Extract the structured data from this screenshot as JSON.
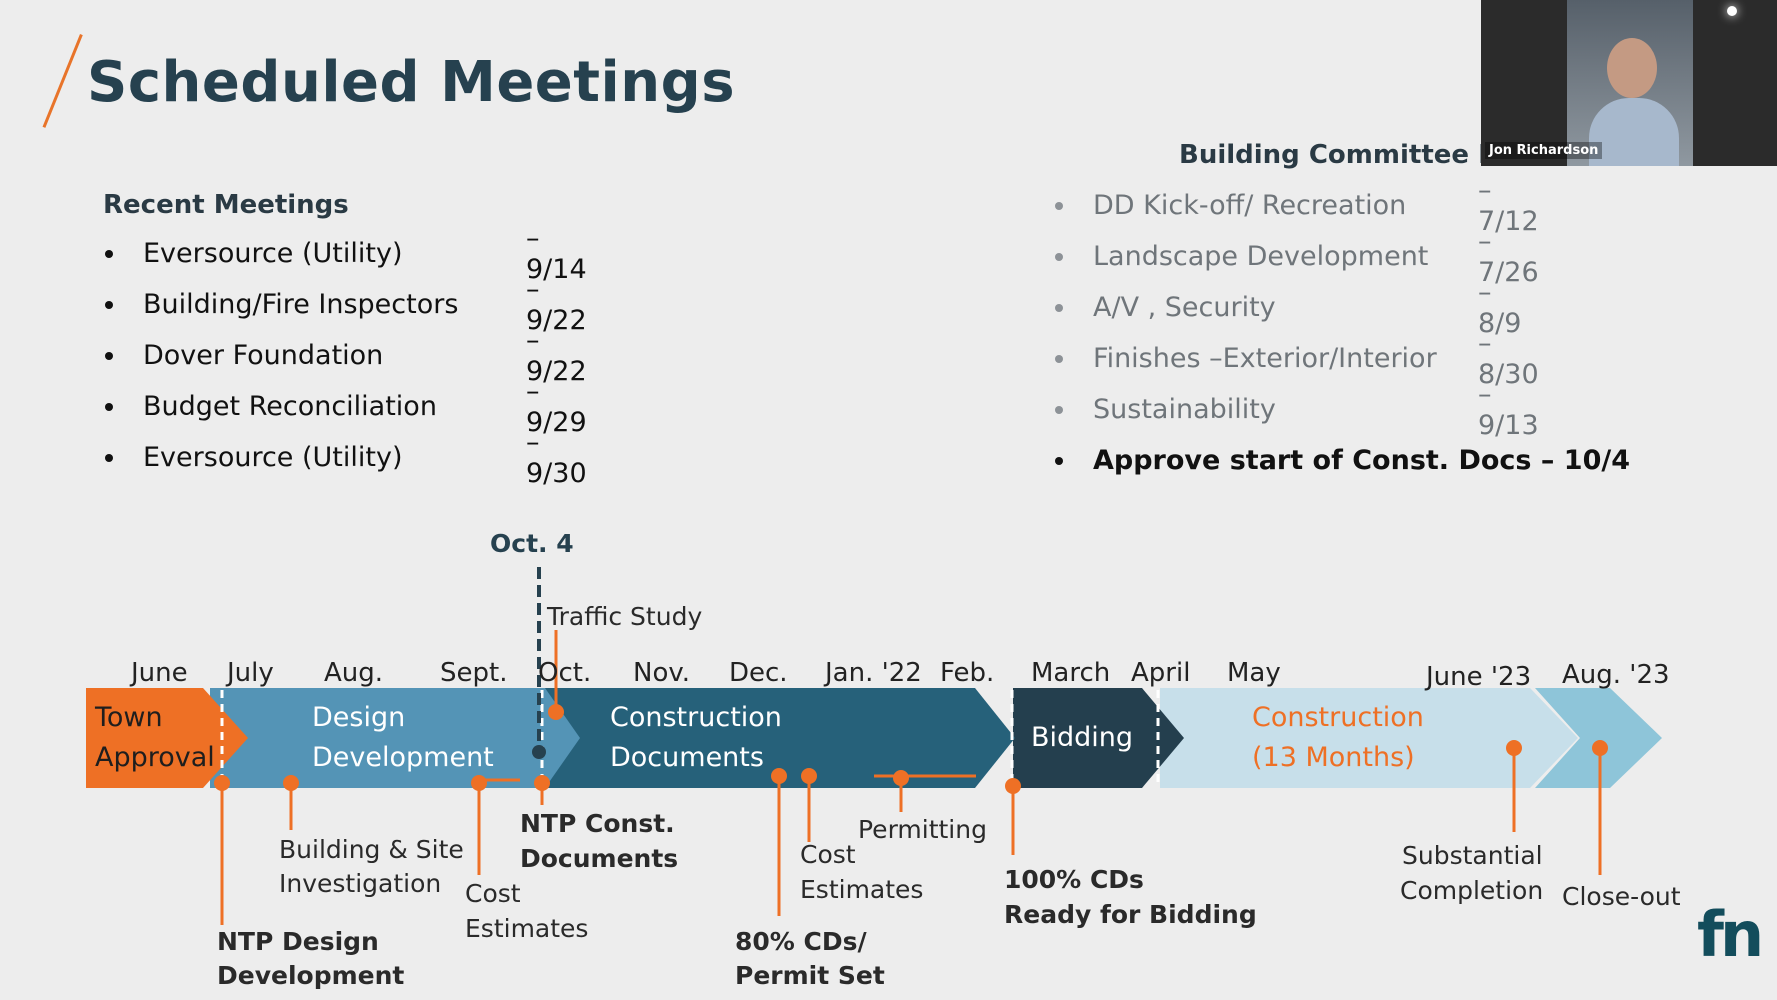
{
  "page": {
    "title": "Scheduled Meetings"
  },
  "recent": {
    "heading": "Recent Meetings",
    "items": [
      {
        "label": "Eversource (Utility)",
        "date": "– 9/14"
      },
      {
        "label": "Building/Fire Inspectors",
        "date": "– 9/22"
      },
      {
        "label": "Dover Foundation",
        "date": "– 9/22"
      },
      {
        "label": "Budget Reconciliation",
        "date": "– 9/29"
      },
      {
        "label": "Eversource (Utility)",
        "date": "– 9/30"
      }
    ]
  },
  "committee": {
    "heading": "Building Committee Me",
    "items": [
      {
        "label": "DD Kick-off/ Recreation",
        "date": "– 7/12"
      },
      {
        "label": "Landscape Development",
        "date": "– 7/26"
      },
      {
        "label": "A/V , Security",
        "date": "– 8/9"
      },
      {
        "label": "Finishes –Exterior/Interior",
        "date": "– 8/30"
      },
      {
        "label": "Sustainability",
        "date": "– 9/13"
      },
      {
        "label": "Approve start of Const. Docs – 10/4",
        "date": ""
      }
    ]
  },
  "video": {
    "name": "Jon Richardson"
  },
  "timeline": {
    "marker": "Oct. 4",
    "months": [
      "June",
      "July",
      "Aug.",
      "Sept.",
      "Oct.",
      "Nov.",
      "Dec.",
      "Jan. '22",
      "Feb.",
      "March",
      "April",
      "May",
      "June '23",
      "Aug. '23"
    ],
    "phases": {
      "town": "Town Approval",
      "design1": "Design",
      "design2": "Development",
      "cd1": "Construction",
      "cd2": "Documents",
      "bidding": "Bidding",
      "const1": "Construction",
      "const2": "(13 Months)"
    },
    "labels": {
      "traffic": "Traffic Study",
      "bsi1": "Building & Site",
      "bsi2": "Investigation",
      "ntpdd1": "NTP Design",
      "ntpdd2": "Development",
      "cost1a": "Cost",
      "cost1b": "Estimates",
      "ntpcd1": "NTP Const.",
      "ntpcd2": "Documents",
      "cd80a": "80% CDs/",
      "cd80b": "Permit Set",
      "cost2a": "Cost",
      "cost2b": "Estimates",
      "permitting": "Permitting",
      "cd100a": "100% CDs",
      "cd100b": "Ready for Bidding",
      "subst1": "Substantial",
      "subst2": "Completion",
      "closeout": "Close-out"
    },
    "colors": {
      "orange": "#ee7025",
      "design": "#5494b6",
      "cd": "#26617a",
      "bidding": "#243f4e",
      "construction": "#c7dfea",
      "closeout": "#8ec5d9"
    }
  },
  "logo": {
    "text": "fn"
  }
}
